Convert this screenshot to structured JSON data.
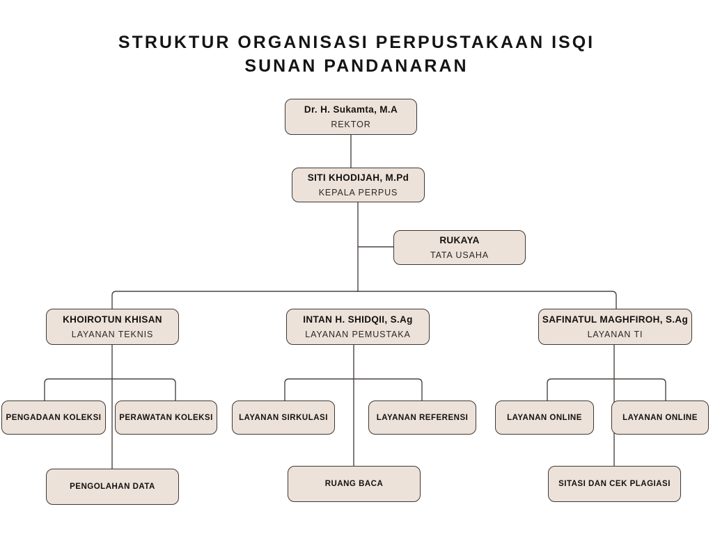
{
  "page": {
    "background_color": "#ffffff",
    "box_fill_color": "#ece2da",
    "box_border_color": "#3d3733",
    "connector_color": "#4a4440"
  },
  "title": "STRUKTUR ORGANISASI PERPUSTAKAAN ISQI\nSUNAN PANDANARAN",
  "nodes": {
    "rektor": {
      "name": "Dr. H. Sukamta, M.A",
      "role": "REKTOR"
    },
    "kepala": {
      "name": "SITI KHODIJAH, M.Pd",
      "role": "KEPALA PERPUS"
    },
    "tata_usaha": {
      "name": "RUKAYA",
      "role": "TATA USAHA"
    },
    "teknis": {
      "name": "KHOIROTUN KHISAN",
      "role": "LAYANAN TEKNIS"
    },
    "pemustaka": {
      "name": "INTAN H. SHIDQII, S.Ag",
      "role": "LAYANAN PEMUSTAKA"
    },
    "ti": {
      "name": "SAFINATUL MAGHFIROH, S.Ag",
      "role": "LAYANAN TI"
    },
    "pengadaan": {
      "name": "PENGADAAN KOLEKSI"
    },
    "perawatan": {
      "name": "PERAWATAN KOLEKSI"
    },
    "pengolahan": {
      "name": "PENGOLAHAN DATA"
    },
    "sirkulasi": {
      "name": "LAYANAN SIRKULASI"
    },
    "referensi": {
      "name": "LAYANAN REFERENSI"
    },
    "ruang_baca": {
      "name": "RUANG BACA"
    },
    "online_kiri": {
      "name": "LAYANAN ONLINE"
    },
    "online_kanan": {
      "name": "LAYANAN ONLINE"
    },
    "sitasi": {
      "name": "SITASI DAN CEK PLAGIASI"
    }
  }
}
